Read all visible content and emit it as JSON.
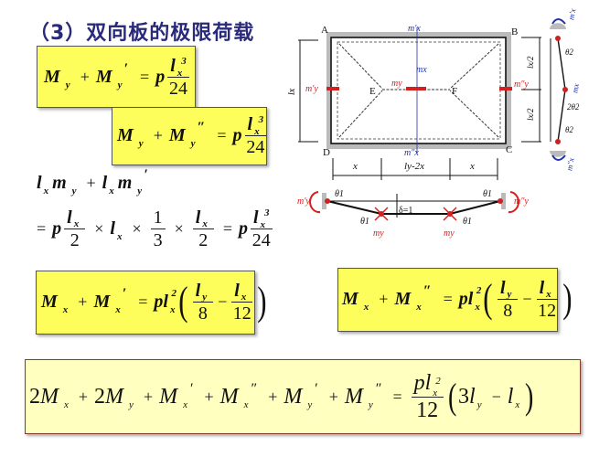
{
  "slide": {
    "title": "（3）双向板的极限荷载",
    "equations": {
      "eq1": {
        "lhs": [
          "M",
          "y",
          "+",
          "M",
          "y",
          "′"
        ],
        "coef": "p",
        "num": "l",
        "num_sub": "x",
        "num_sup": "3",
        "den": "24",
        "text": "M_y + M_y' = p l_x^3 / 24"
      },
      "eq2": {
        "lhs": [
          "M",
          "y",
          "+",
          "M",
          "y",
          "″"
        ],
        "coef": "p",
        "num": "l",
        "num_sub": "x",
        "num_sup": "3",
        "den": "24",
        "text": "M_y + M_y'' = p l_x^3 / 24"
      },
      "eq3": {
        "line1": "l_x m_y + l_x m_y'",
        "line2": "= p (l_x/2) × l_x × (1/3) × (l_x/2) = p l_x^3 / 24",
        "one": "1",
        "two": "2",
        "three": "3",
        "den24": "24",
        "sup3": "3"
      },
      "eq4": {
        "text": "M_x + M_x' = p l_x^2 (l_y/8 − l_x/12)",
        "den1": "8",
        "den2": "12",
        "sup2": "2"
      },
      "eq5": {
        "text": "M_x + M_x'' = p l_x^2 (l_y/8 − l_x/12)",
        "den1": "8",
        "den2": "12",
        "sup2": "2"
      },
      "eq6": {
        "text": "2M_x + 2M_y + M_x' + M_x'' + M_y' + M_y'' = p l_x^2 / 12 (3l_y − l_x)",
        "two": "2",
        "twelve": "12",
        "three": "3"
      }
    },
    "diagram": {
      "corners": {
        "a": "A",
        "b": "B",
        "c": "C",
        "d": "D"
      },
      "points": {
        "e": "E",
        "f": "F"
      },
      "moments": {
        "mx_top": "m′x",
        "mx_center": "mx",
        "mx_bottom": "m″x",
        "my_left": "m′y",
        "my_center": "my",
        "my_right": "m″y"
      },
      "dimensions": {
        "x_left": "x",
        "middle": "ly-2x",
        "x_right": "x",
        "height": "lx",
        "half_top": "lx/2",
        "half_bottom": "lx/2"
      },
      "section_y": {
        "delta": "δ=1",
        "theta1": "θ1",
        "left_moment": "m′y",
        "right_moment": "m″y",
        "mid_moment": "my"
      },
      "section_x": {
        "top": "m′x",
        "bottom": "m″x",
        "mid": "mx",
        "theta2": "θ2",
        "two_theta2": "2θ2",
        "half": "lx/2"
      }
    },
    "colors": {
      "box_yellow": "#fdfd5c",
      "box_pale": "#ffffc0",
      "title_blue": "#2a2a7a",
      "moment_red": "#d42020",
      "moment_blue": "#2233aa",
      "support_gray": "#bbbbbb"
    }
  }
}
